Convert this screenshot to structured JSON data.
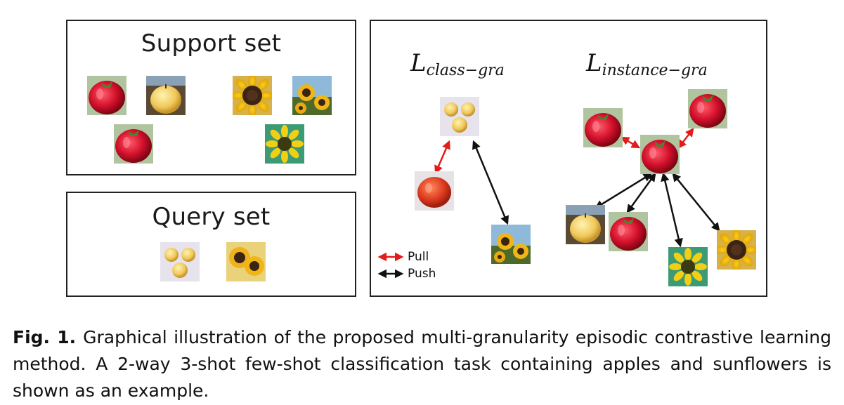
{
  "figure": {
    "support_set": {
      "title": "Support set",
      "images": [
        "apple",
        "yellow-apple",
        "sunflower",
        "sunflower-field",
        "apple",
        "sunflower"
      ]
    },
    "query_set": {
      "title": "Query set",
      "images": [
        "yellow-apples",
        "sunflowers"
      ]
    },
    "loss": {
      "class_label_main": "L",
      "class_label_sub": "class−gra",
      "instance_label_main": "L",
      "instance_label_sub": "instance−gra"
    },
    "legend": {
      "pull_label": "Pull",
      "push_label": "Push",
      "pull_color": "#e31b1b",
      "push_color": "#111111"
    }
  },
  "caption": {
    "label": "Fig. 1.",
    "text": "Graphical illustration of the proposed multi-granularity episodic contrastive learning method. A 2-way 3-shot few-shot classification task containing apples and sunflowers is shown as an example."
  }
}
